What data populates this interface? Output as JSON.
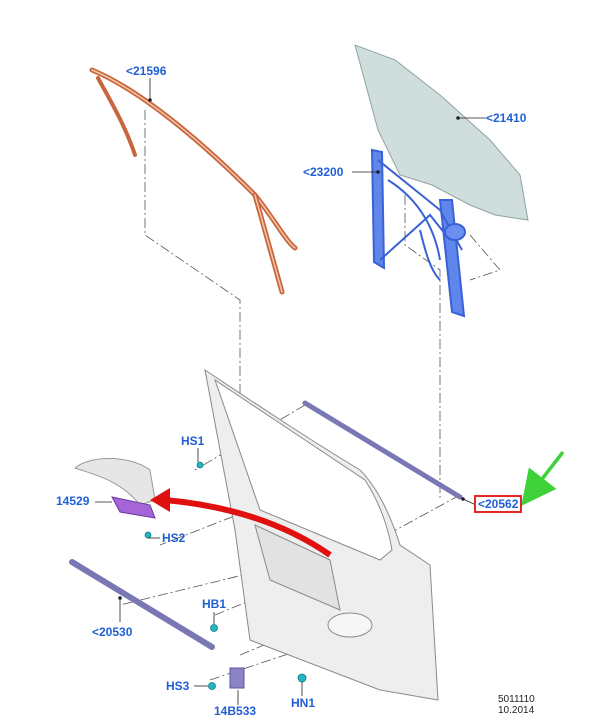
{
  "colors": {
    "label": "#1f5fd6",
    "leader": "#222222",
    "highlight_box": "#e32626",
    "arrow_red": "#e01010",
    "arrow_green": "#3fd13a",
    "glass": "#cfdedd",
    "regulator": "#3a62d6",
    "run_channel": "#c8653d",
    "weatherstrip": "#7a78b4",
    "switch": "#a565d6",
    "fastener": "#22b7c2"
  },
  "callouts": {
    "run_channel": "<21596",
    "glass": "<21410",
    "regulator": "<23200",
    "belt_outer": "<20562",
    "belt_inner": "<20530",
    "switch": "14529",
    "screw_hs1": "HS1",
    "screw_hs2": "HS2",
    "bolt_hb1": "HB1",
    "screw_hs3": "HS3",
    "nut_hn1": "HN1",
    "module": "14B533"
  },
  "footer": {
    "code": "5011110",
    "date": "10.2014"
  }
}
